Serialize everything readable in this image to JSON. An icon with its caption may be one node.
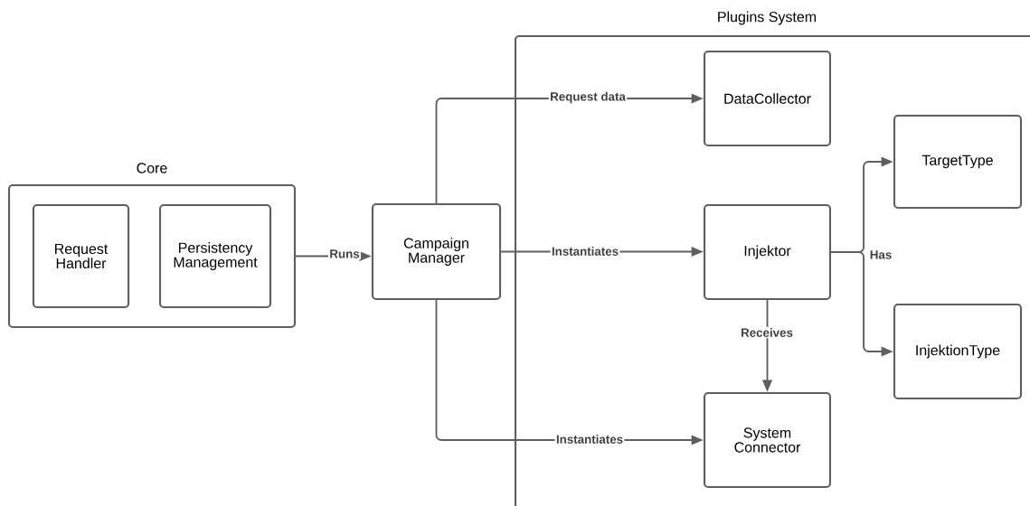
{
  "diagram": {
    "nodes": [
      {
        "text": [
          "Core"
        ]
      },
      {
        "text": [
          "Request Handler"
        ],
        "in": 0
      },
      {
        "text": [
          "Persistency Management"
        ],
        "in": 0
      },
      {
        "text": [
          "Campaign Manager"
        ]
      },
      {
        "text": [
          "Plugins System"
        ]
      },
      {
        "text": [
          "DataCollector"
        ],
        "in": 4
      },
      {
        "text": [
          "TargetType"
        ],
        "in": 4
      },
      {
        "text": [
          "Injektor"
        ],
        "in": 4
      },
      {
        "text": [
          "InjektionType"
        ],
        "in": 4
      },
      {
        "text": [
          "System Connector"
        ],
        "in": 4
      }
    ],
    "edges": [
      {
        "from": 0,
        "to": 3,
        "arrow": "to",
        "label": "Runs"
      },
      {
        "from": 3,
        "to": 5,
        "arrow": "to",
        "label": "Request data"
      },
      {
        "from": 3,
        "to": 7,
        "arrow": "to",
        "label": "Instantiates"
      },
      {
        "from": 3,
        "to": 9,
        "arrow": "to",
        "label": "Instantiates"
      },
      {
        "from": 7,
        "to": 9,
        "arrow": "to",
        "label": "Receives"
      },
      {
        "from": 7,
        "to": 6,
        "arrow": "to",
        "label": "Has"
      },
      {
        "from": 7,
        "to": 8,
        "arrow": "to"
      }
    ]
  }
}
